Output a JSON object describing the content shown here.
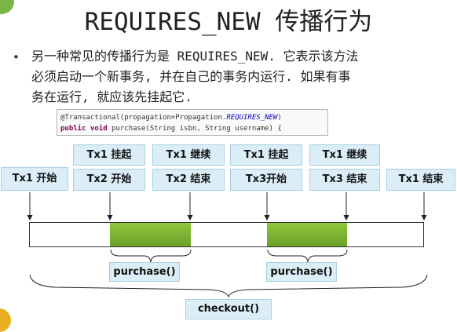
{
  "title": "REQUIRES_NEW 传播行为",
  "description_lines": [
    "另一种常见的传播行为是 REQUIRES_NEW. 它表示该方法",
    "必须启动一个新事务, 并在自己的事务内运行. 如果有事",
    "务在运行, 就应该先挂起它."
  ],
  "code": {
    "annotation": "@Transactional",
    "annotation_args_prefix": "(propagation=Propagation.",
    "annotation_constant": "REQUIRES_NEW",
    "annotation_args_suffix": ")",
    "keyword_public": "public",
    "keyword_void": "void",
    "signature": "purchase(String isbn, String username) {"
  },
  "events": {
    "tx1_start": "Tx1 开始",
    "tx1_suspend_a": "Tx1 挂起",
    "tx2_start": "Tx2 开始",
    "tx1_resume_a": "Tx1 继续",
    "tx2_end": "Tx2 结束",
    "tx1_suspend_b": "Tx1 挂起",
    "tx3_start": "Tx3开始",
    "tx1_resume_b": "Tx1 继续",
    "tx3_end": "Tx3 结束",
    "tx1_end": "Tx1 结束"
  },
  "labels": {
    "purchase_a": "purchase()",
    "purchase_b": "purchase()",
    "checkout": "checkout()"
  },
  "colors": {
    "box_fill": "#dbeef7",
    "segment_green": "#7bb531"
  }
}
